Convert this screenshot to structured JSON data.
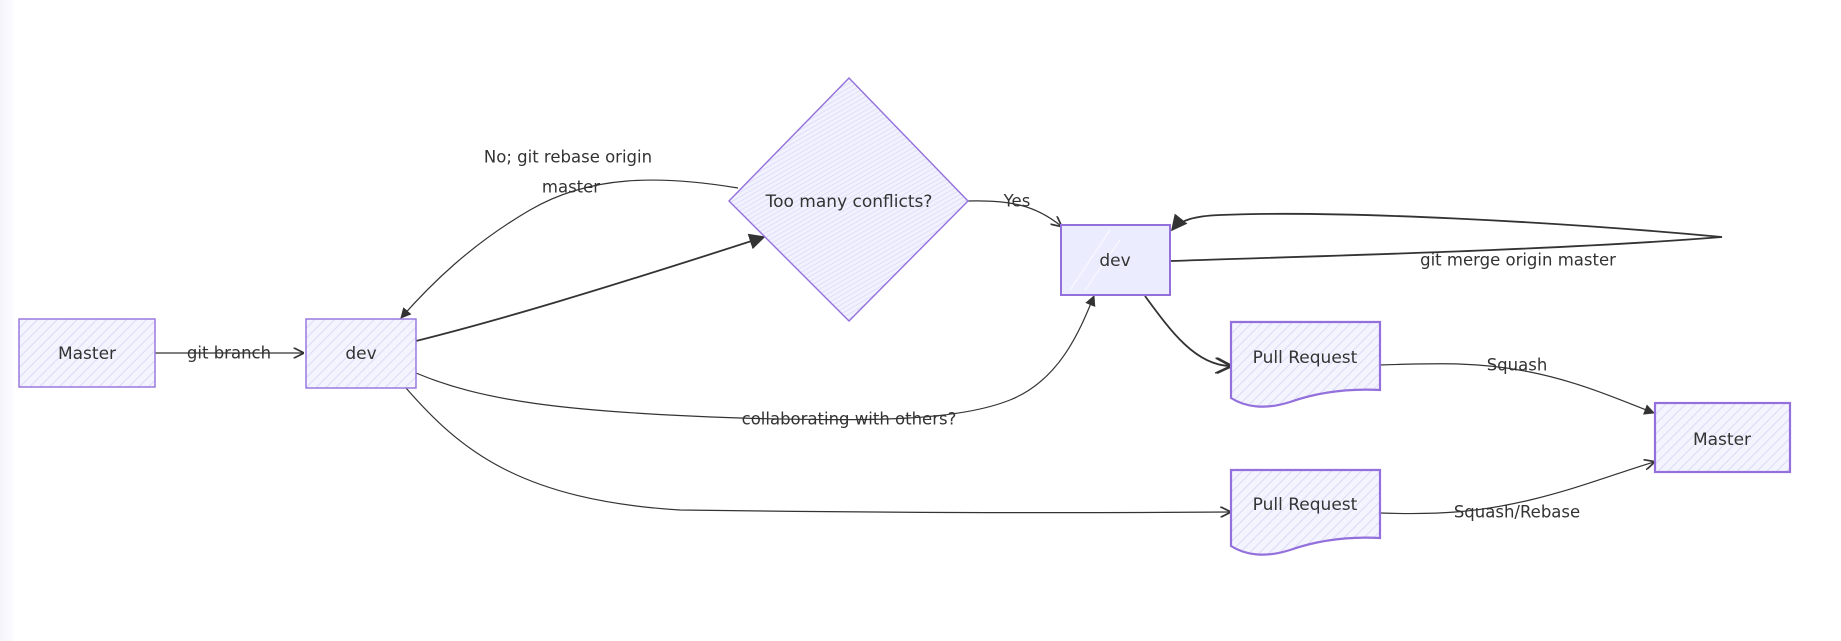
{
  "diagram": {
    "type": "flowchart",
    "colors": {
      "node_fill": "#ECECFF",
      "node_stroke": "#9370DB",
      "edge": "#333333",
      "text": "#333333"
    },
    "nodes": {
      "master_start": {
        "label": "Master",
        "shape": "rectangle"
      },
      "dev_branch": {
        "label": "dev",
        "shape": "rectangle"
      },
      "conflicts_decision": {
        "label": "Too many conflicts?",
        "shape": "diamond"
      },
      "dev_merge": {
        "label": "dev",
        "shape": "rectangle"
      },
      "pull_request_1": {
        "label": "Pull Request",
        "shape": "document"
      },
      "pull_request_2": {
        "label": "Pull Request",
        "shape": "document"
      },
      "master_end": {
        "label": "Master",
        "shape": "rectangle"
      }
    },
    "edges": {
      "git_branch": {
        "from": "Master",
        "to": "dev",
        "label": "git branch"
      },
      "rebase": {
        "from": "Too many conflicts?",
        "to": "dev",
        "label_line1": "No; git rebase origin",
        "label_line2": "master"
      },
      "dev_to_decision": {
        "from": "dev",
        "to": "Too many conflicts?",
        "label": ""
      },
      "yes": {
        "from": "Too many conflicts?",
        "to": "dev",
        "label": "Yes"
      },
      "merge_loop": {
        "from": "dev",
        "to": "dev",
        "label": "git merge origin master"
      },
      "collaborating": {
        "from": "dev",
        "to": "dev",
        "label": "collaborating with others?"
      },
      "dev_to_pr1": {
        "from": "dev",
        "to": "Pull Request",
        "label": ""
      },
      "dev_to_pr2": {
        "from": "dev",
        "to": "Pull Request",
        "label": ""
      },
      "squash": {
        "from": "Pull Request",
        "to": "Master",
        "label": "Squash"
      },
      "squash_rebase": {
        "from": "Pull Request",
        "to": "Master",
        "label": "Squash/Rebase"
      }
    }
  }
}
